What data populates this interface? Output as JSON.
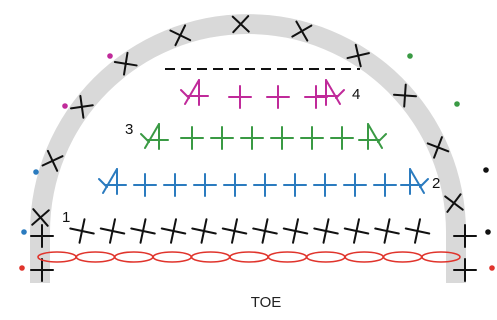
{
  "diagram": {
    "caption": "TOE",
    "row_labels": {
      "r1": "1",
      "r2": "2",
      "r3": "3",
      "r4": "4"
    },
    "symbols": {
      "single_crochet": "plus-symbol",
      "decrease": "sc2tog-symbol",
      "chain": "oval-chain-symbol",
      "marker_dot": "dot-marker"
    },
    "colors": {
      "band": "#d9d9d9",
      "row1": "#111111",
      "row2": "#2b7bbf",
      "row3": "#3a9a44",
      "row4": "#c02a9a",
      "chain": "#e0342c",
      "marker_red": "#e0342c",
      "marker_blue": "#2b7bbf",
      "marker_green": "#3a9a44",
      "marker_magenta": "#c02a9a",
      "marker_black": "#111111",
      "top_line": "#111111"
    }
  }
}
